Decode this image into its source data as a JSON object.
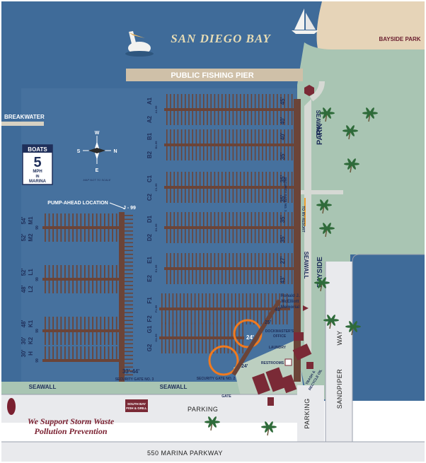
{
  "labels": {
    "bay": "SAN DIEGO BAY",
    "bayside_park": "BAYSIDE PARK",
    "fishing_pier": "PUBLIC FISHING PIER",
    "breakwater": "BREAKWATER",
    "pump_ahead": "PUMP-AHEAD LOCATION",
    "pump_dock": "J - 99",
    "map_not_to_scale": "MAP NOT TO SCALE",
    "park": "PARK",
    "bayside": "BAYSIDE",
    "seawall": "SEAWALL",
    "to_rv_resort": "TO RV RESORT",
    "security_gate_1": "SECURITY GATE NO. 1",
    "security_gate_2": "SECURITY GATE NO. 2",
    "security_gate_3": "SECURITY GATE NO. 3",
    "gate3_size": "33'-44'",
    "mcelliott_memorial_line1": "Ronald J.",
    "mcelliott_memorial_line2": "McElliott",
    "mcelliott_memorial_line3": "Memorial",
    "dockmasters_office_line1": "DOCKMASTER'S",
    "dockmasters_office_line2": "OFFICE",
    "laundry": "LAUNDRY",
    "restrooms": "RESTROOMS",
    "trash_line1": "TRASH &",
    "trash_line2": "RECYCLE OIL",
    "gate": "GATE",
    "parking": "PARKING",
    "sandpiper": "SANDPIPER",
    "way": "WAY",
    "south_bay_fish_grill_line1": "SOUTH BAY",
    "south_bay_fish_grill_line2": "FISH & GRILL",
    "slogan_line1": "We Support Storm Waste",
    "slogan_line2": "Pollution Prevention",
    "marina_parkway": "550 MARINA PARKWAY",
    "slip_24_a": "24'",
    "slip_24_b": "24'",
    "slip_25": "25'",
    "slip_43": "43'"
  },
  "speed_sign": {
    "top": "BOATS",
    "number": "5",
    "unit": "MPH",
    "line3": "IN",
    "line4": "MARINA"
  },
  "compass": {
    "w": "W",
    "s": "S",
    "n": "N",
    "e": "E"
  },
  "docks_right": [
    {
      "name": "A1",
      "name2": "A2",
      "range": "A1-99",
      "size": "45'",
      "size2": "40'"
    },
    {
      "name": "B1",
      "name2": "B2",
      "range": "B1-99",
      "size": "40'",
      "size2": "35'"
    },
    {
      "name": "C1",
      "name2": "C2",
      "range": "C1-99",
      "size": "35'",
      "size2": "35'"
    },
    {
      "name": "D1",
      "name2": "D2",
      "range": "D1-99",
      "size": "35'",
      "size2": "35'"
    },
    {
      "name": "E1",
      "name2": "E2",
      "range": "E1-99",
      "size": "27'",
      "size2": "43'"
    },
    {
      "name": "F1",
      "name2": "F2",
      "range": "F1-99",
      "size": "",
      "size2": ""
    },
    {
      "name": "G1",
      "name2": "G2",
      "range": "G1-99",
      "size": "",
      "size2": ""
    }
  ],
  "docks_left": [
    {
      "name": "M1",
      "name2": "M2",
      "range": "99",
      "size": "54'",
      "size2": "52'"
    },
    {
      "name": "L1",
      "name2": "L2",
      "range": "99",
      "size": "52'",
      "size2": "48'"
    },
    {
      "name": "K1",
      "name2": "K2",
      "range": "99",
      "size": "48'",
      "size2": "30'"
    },
    {
      "name": "H",
      "name2": "",
      "range": "99",
      "size": "30'",
      "size2": ""
    }
  ],
  "colors": {
    "water": "#3f6b99",
    "dock": "#6b4438",
    "land": "#a9c5b3",
    "sand": "#e6d4b8",
    "road": "#e9eaed",
    "pier": "#cfc0a8",
    "accent_orange": "#f07a1f"
  }
}
